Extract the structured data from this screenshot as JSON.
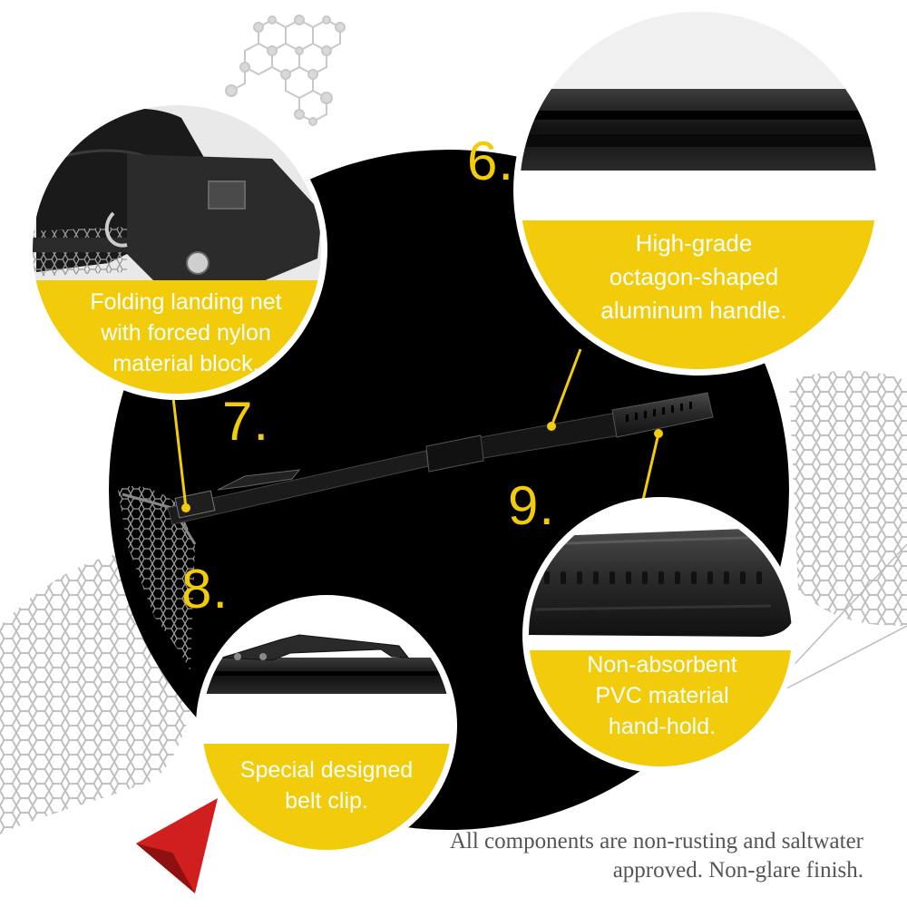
{
  "colors": {
    "accent_yellow": "#f2cc0b",
    "background_circle": "#000000",
    "callout_text": "#ffffff",
    "footer_text": "#555555",
    "page": "#ffffff"
  },
  "callouts": [
    {
      "number": "6.",
      "text": "High-grade octagon-shaped aluminum handle.",
      "lines": [
        "High-grade",
        "octagon-shaped",
        "aluminum handle."
      ]
    },
    {
      "number": "7.",
      "text": "Folding landing net with forced nylon material block.",
      "lines": [
        "Folding landing net",
        "with forced nylon",
        "material block."
      ]
    },
    {
      "number": "8.",
      "text": "Special designed belt clip.",
      "lines": [
        "Special designed",
        "belt clip."
      ]
    },
    {
      "number": "9.",
      "text": "Non-absorbent PVC material hand-hold.",
      "lines": [
        "Non-absorbent",
        "PVC material",
        "hand-hold."
      ]
    }
  ],
  "footer": {
    "line1": "All components are non-rusting and saltwater",
    "line2": "approved. Non-glare finish."
  },
  "icons": [
    "molecule-icon",
    "mesh-net-icon",
    "red-arrow-icon"
  ]
}
